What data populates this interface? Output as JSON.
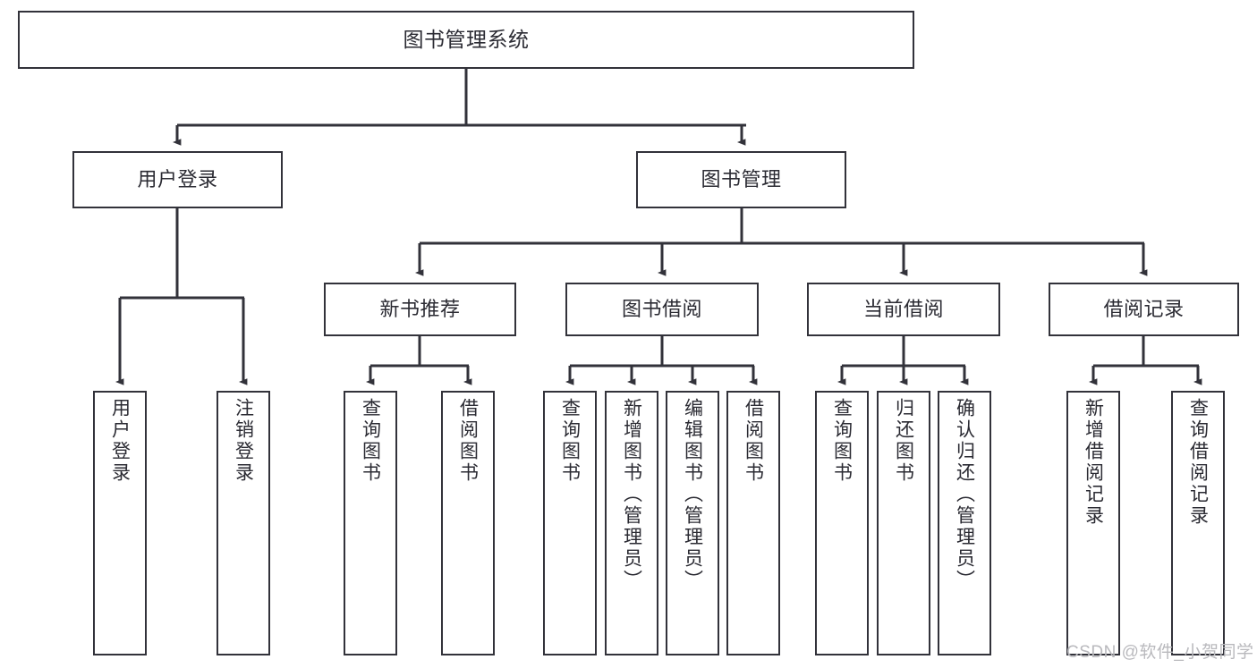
{
  "diagram": {
    "title": "图书管理系统",
    "type": "tree",
    "orientation": "top-down",
    "colors": {
      "node_border": "#32323a",
      "node_fill": "#ffffff",
      "edge": "#32323a",
      "text": "#2b2b33",
      "watermark": "#b9b9bd",
      "background": "#ffffff"
    },
    "levels": {
      "root": {
        "label": "图书管理系统"
      },
      "level2": [
        {
          "label": "用户登录"
        },
        {
          "label": "图书管理"
        }
      ],
      "level3": [
        {
          "label": "新书推荐"
        },
        {
          "label": "图书借阅"
        },
        {
          "label": "当前借阅"
        },
        {
          "label": "借阅记录"
        }
      ],
      "leaves": {
        "user_login": [
          {
            "label": "用户登录"
          },
          {
            "label": "注销登录"
          }
        ],
        "new_book_recommend": [
          {
            "label": "查询图书"
          },
          {
            "label": "借阅图书"
          }
        ],
        "book_borrow": [
          {
            "label": "查询图书"
          },
          {
            "label": "新增图书（管理员）"
          },
          {
            "label": "编辑图书（管理员）"
          },
          {
            "label": "借阅图书"
          }
        ],
        "current_borrow": [
          {
            "label": "查询图书"
          },
          {
            "label": "归还图书"
          },
          {
            "label": "确认归还（管理员）"
          }
        ],
        "borrow_record": [
          {
            "label": "新增借阅记录"
          },
          {
            "label": "查询借阅记录"
          }
        ]
      }
    },
    "watermark": "CSDN @软件_小贺同学"
  }
}
